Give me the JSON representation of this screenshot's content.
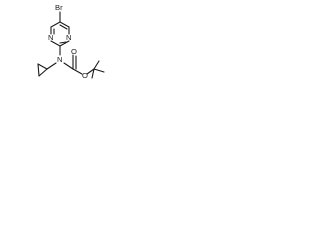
{
  "molecule": {
    "atoms": {
      "bromine": "Br",
      "pyrimidine_n_top": "N",
      "pyrimidine_n_bottom": "N",
      "amine_n": "N",
      "carbonyl_o": "O",
      "ester_o": "O"
    },
    "colors": {
      "bond": "#1a1a1a",
      "label": "#1a1a1a",
      "background": "#ffffff"
    }
  }
}
